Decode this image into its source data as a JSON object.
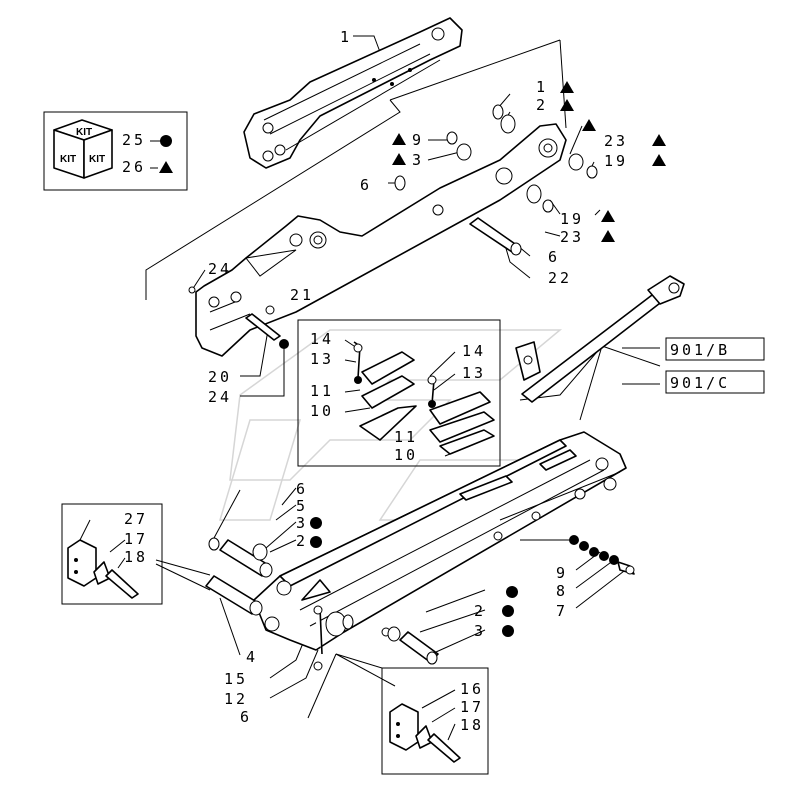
{
  "kit_box": {
    "kit_word": "KIT",
    "rows": [
      {
        "ref": "25",
        "marker": "circle"
      },
      {
        "ref": "26",
        "marker": "triangle"
      }
    ]
  },
  "references": {
    "901B": "901/B",
    "901C": "901/C"
  },
  "callouts": [
    {
      "id": "c1",
      "text": "1"
    },
    {
      "id": "c1b",
      "text": "1"
    },
    {
      "id": "c2",
      "text": "2"
    },
    {
      "id": "c9",
      "text": "9"
    },
    {
      "id": "c3",
      "text": "3"
    },
    {
      "id": "c23a",
      "text": "23"
    },
    {
      "id": "c19a",
      "text": "19"
    },
    {
      "id": "c6a",
      "text": "6"
    },
    {
      "id": "c19b",
      "text": "19"
    },
    {
      "id": "c23b",
      "text": "23"
    },
    {
      "id": "c6b",
      "text": "6"
    },
    {
      "id": "c22",
      "text": "22"
    },
    {
      "id": "c24a",
      "text": "24"
    },
    {
      "id": "c21",
      "text": "21"
    },
    {
      "id": "c14a",
      "text": "14"
    },
    {
      "id": "c13a",
      "text": "13"
    },
    {
      "id": "c14b",
      "text": "14"
    },
    {
      "id": "c13b",
      "text": "13"
    },
    {
      "id": "c20",
      "text": "20"
    },
    {
      "id": "c24b",
      "text": "24"
    },
    {
      "id": "c11a",
      "text": "11"
    },
    {
      "id": "c10a",
      "text": "10"
    },
    {
      "id": "c11b",
      "text": "11"
    },
    {
      "id": "c10b",
      "text": "10"
    },
    {
      "id": "c6c",
      "text": "6"
    },
    {
      "id": "c5",
      "text": "5"
    },
    {
      "id": "c3b",
      "text": "3"
    },
    {
      "id": "c2b",
      "text": "2"
    },
    {
      "id": "c27",
      "text": "27"
    },
    {
      "id": "c17a",
      "text": "17"
    },
    {
      "id": "c18a",
      "text": "18"
    },
    {
      "id": "c9b",
      "text": "9"
    },
    {
      "id": "c8",
      "text": "8"
    },
    {
      "id": "c7",
      "text": "7"
    },
    {
      "id": "c2c",
      "text": "2"
    },
    {
      "id": "c3c",
      "text": "3"
    },
    {
      "id": "c4",
      "text": "4"
    },
    {
      "id": "c15",
      "text": "15"
    },
    {
      "id": "c12",
      "text": "12"
    },
    {
      "id": "c6d",
      "text": "6"
    },
    {
      "id": "c16",
      "text": "16"
    },
    {
      "id": "c17b",
      "text": "17"
    },
    {
      "id": "c18b",
      "text": "18"
    }
  ]
}
